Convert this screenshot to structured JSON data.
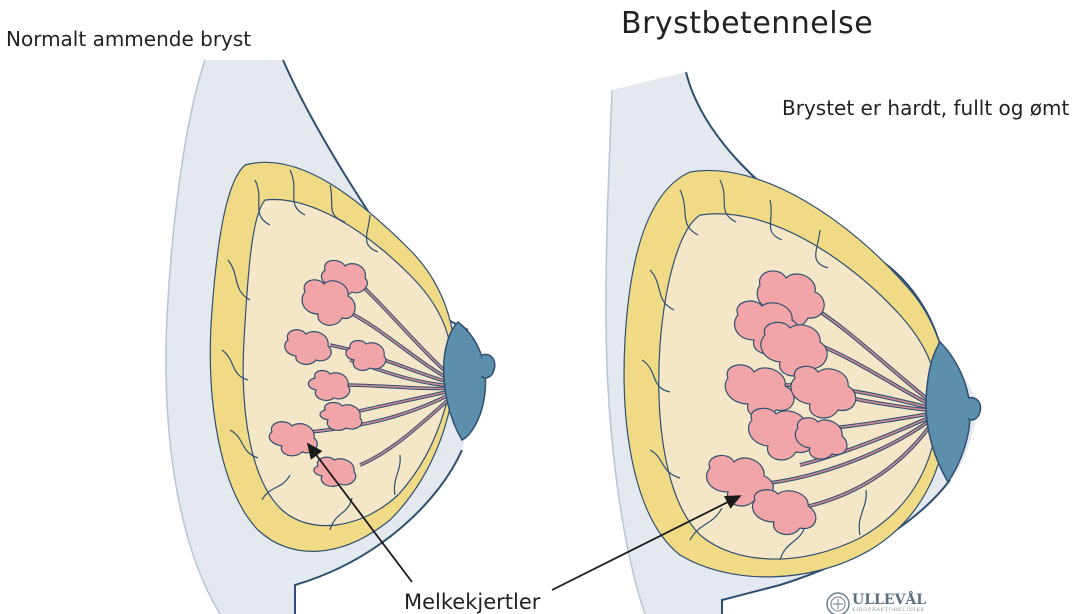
{
  "labels": {
    "normal_caption": "Normalt ammende bryst",
    "title": "Brystbetennelse",
    "description": "Brystet er hardt, fullt og ømt",
    "glands_label": "Melkekjertler"
  },
  "logo": {
    "name": "ULLEVÅL",
    "subtitle": "KIROPRAKTORKLINIKK"
  },
  "colors": {
    "skin": "#e3e9ef",
    "outline": "#2f4f70",
    "fat": "#f0da86",
    "tissue": "#f3e7c8",
    "lobule": "#f2a5a8",
    "duct": "#c98a94",
    "areola": "#5b8fab"
  },
  "icons": [
    "logo-seal-icon",
    "arrow-icon"
  ]
}
